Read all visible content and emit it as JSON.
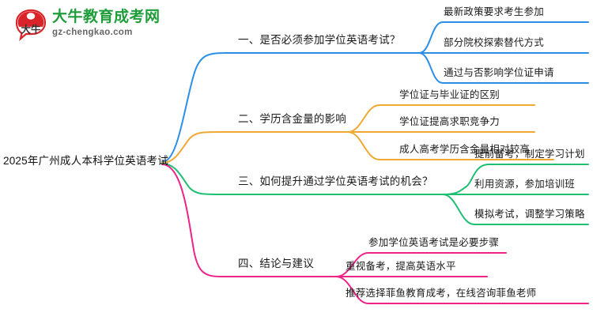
{
  "logo": {
    "mark_name": "daniu-bull-logo",
    "title": "大牛教育成考网",
    "domain": "gz-chengkao.com",
    "title_color": "#1f9d3a",
    "mark_color": "#d9252a"
  },
  "mindmap": {
    "root": {
      "label": "2025年广州成人本科学位英语考试"
    },
    "branch_colors": {
      "blue": "#2b8fe8",
      "orange": "#f0a832",
      "green": "#1fbf72",
      "pink": "#ee2387"
    },
    "branches": [
      {
        "id": "branch-1",
        "color": "#2b8fe8",
        "label": "一、是否必须参加学位英语考试？",
        "children": [
          {
            "label": "最新政策要求考生参加"
          },
          {
            "label": "部分院校探索替代方式"
          },
          {
            "label": "通过与否影响学位证申请"
          }
        ]
      },
      {
        "id": "branch-2",
        "color": "#f0a832",
        "label": "二、学历含金量的影响",
        "children": [
          {
            "label": "学位证与毕业证的区别"
          },
          {
            "label": "学位证提高求职竞争力"
          },
          {
            "label": "成人高考学历含金量相对较高"
          }
        ]
      },
      {
        "id": "branch-3",
        "color": "#1fbf72",
        "label": "三、如何提升通过学位英语考试的机会？",
        "children": [
          {
            "label": "提前备考，制定学习计划"
          },
          {
            "label": "利用资源，参加培训班"
          },
          {
            "label": "模拟考试，调整学习策略"
          }
        ]
      },
      {
        "id": "branch-4",
        "color": "#ee2387",
        "label": "四、结论与建议",
        "children": [
          {
            "label": "参加学位英语考试是必要步骤"
          },
          {
            "label": "重视备考，提高英语水平"
          },
          {
            "label": "推荐选择菲鱼教育成考，在线咨询菲鱼老师"
          }
        ]
      }
    ]
  }
}
